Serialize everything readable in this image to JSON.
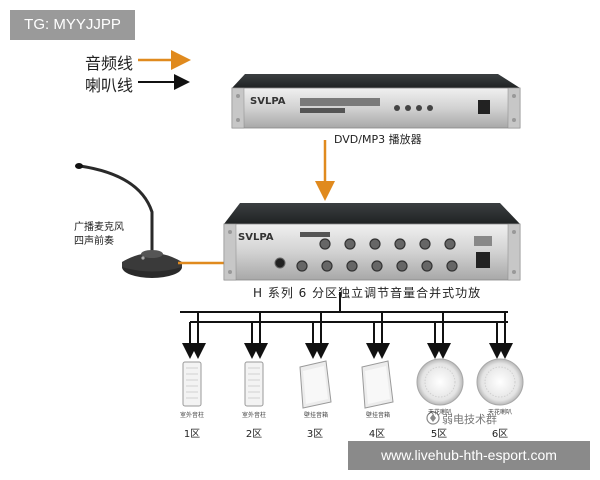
{
  "badge_text": "TG: MYYJJPP",
  "legend": {
    "audio_line": "音频线",
    "speaker_line": "喇叭线",
    "audio_color": "#e08a1e",
    "speaker_color": "#111111"
  },
  "dvd_player": {
    "brand": "SVLPA",
    "caption": "DVD/MP3 播放器"
  },
  "microphone": {
    "label_line1": "广播麦克风",
    "label_line2": "四声前奏"
  },
  "amplifier": {
    "brand": "SVLPA",
    "caption": "H 系列 6 分区独立调节音量合并式功放"
  },
  "zones": [
    {
      "label": "1区",
      "speaker": "column",
      "speaker_label": "室外音柱"
    },
    {
      "label": "2区",
      "speaker": "column",
      "speaker_label": "室外音柱"
    },
    {
      "label": "3区",
      "speaker": "wall",
      "speaker_label": "壁挂音箱"
    },
    {
      "label": "4区",
      "speaker": "wall",
      "speaker_label": "壁挂音箱"
    },
    {
      "label": "5区",
      "speaker": "ceiling",
      "speaker_label": "天花喇叭"
    },
    {
      "label": "6区",
      "speaker": "ceiling",
      "speaker_label": "天花喇叭"
    }
  ],
  "watermark": "弱电技术群",
  "url_text": "www.livehub-hth-esport.com"
}
